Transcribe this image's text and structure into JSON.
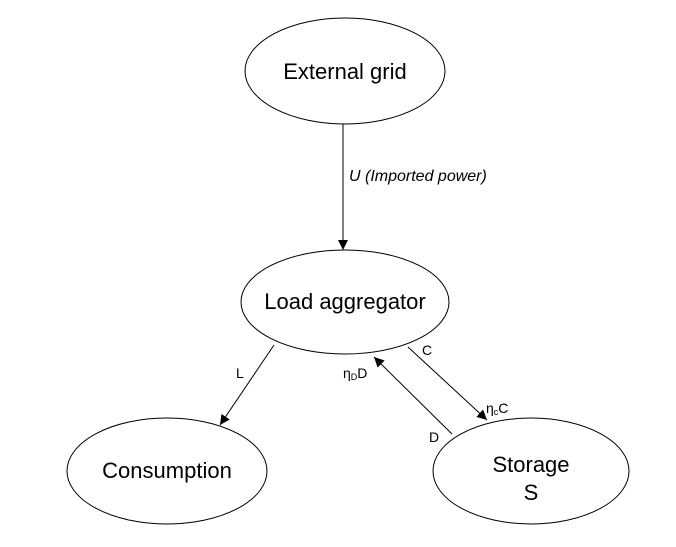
{
  "nodes": {
    "external_grid": {
      "label": "External grid"
    },
    "load_aggregator": {
      "label": "Load aggregator"
    },
    "consumption": {
      "label": "Consumption"
    },
    "storage": {
      "label_line1": "Storage",
      "label_line2": "S"
    }
  },
  "edges": {
    "imported_power": {
      "label": "U (Imported power)"
    },
    "load": {
      "label": "L"
    },
    "charge": {
      "label": "C",
      "eta_symbol": "η",
      "eta_sub": "c",
      "eta_var": "C"
    },
    "discharge": {
      "label": "D",
      "eta_symbol": "η",
      "eta_sub": "D",
      "eta_var": "D"
    }
  },
  "colors": {
    "stroke": "#000000",
    "background": "#ffffff"
  }
}
